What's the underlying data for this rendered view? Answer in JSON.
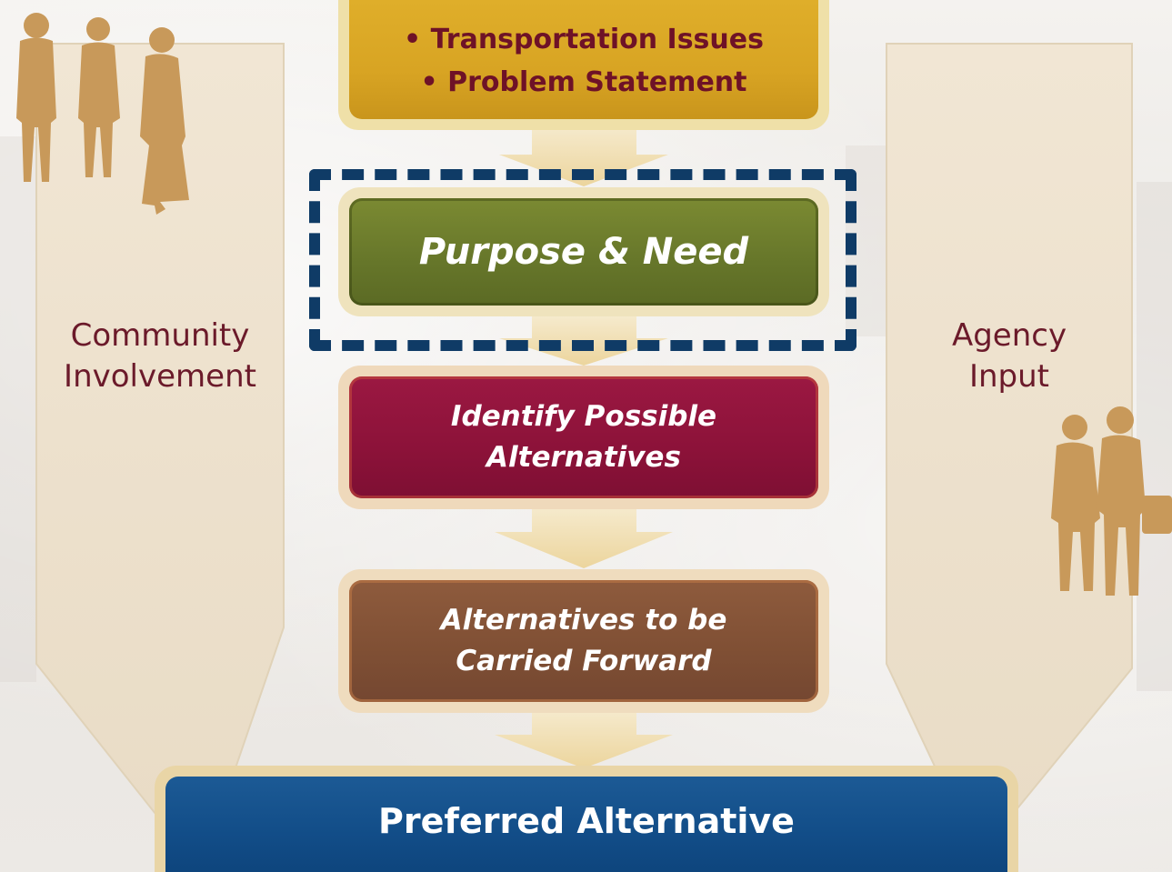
{
  "diagram": {
    "top_box": {
      "items": [
        "• Transportation Issues",
        "• Problem Statement"
      ]
    },
    "purpose_box": {
      "label": "Purpose & Need"
    },
    "identify_box": {
      "lines": [
        "Identify Possible",
        "Alternatives"
      ]
    },
    "carried_box": {
      "lines": [
        "Alternatives to be",
        "Carried Forward"
      ]
    },
    "preferred_box": {
      "label": "Preferred Alternative"
    },
    "left_column": {
      "lines": [
        "Community",
        "Involvement"
      ]
    },
    "right_column": {
      "lines": [
        "Agency",
        "Input"
      ]
    }
  },
  "colors": {
    "issues": "#d8a423",
    "purpose": "#66762a",
    "identify": "#8c1239",
    "carried": "#7f4f34",
    "preferred": "#124d88",
    "highlight_dash": "#0f3b66",
    "side_text": "#6b1a2a",
    "silhouette": "#c8995a"
  },
  "icons": [
    "business-people-silhouette",
    "agency-people-silhouette",
    "down-arrow"
  ]
}
